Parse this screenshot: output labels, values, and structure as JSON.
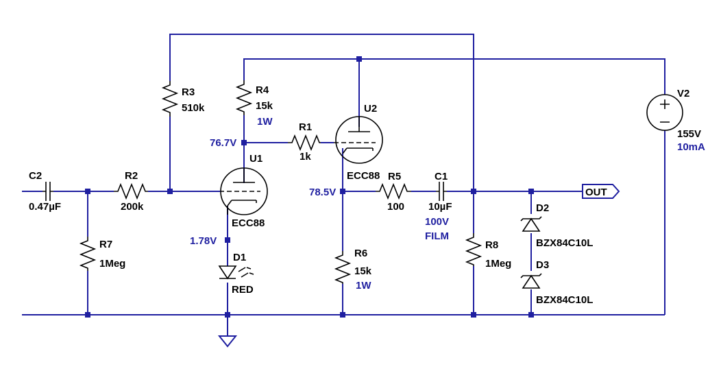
{
  "components": {
    "C2": {
      "name": "C2",
      "value": "0.47µF"
    },
    "R2": {
      "name": "R2",
      "value": "200k"
    },
    "R3": {
      "name": "R3",
      "value": "510k"
    },
    "R4": {
      "name": "R4",
      "value": "15k",
      "rating": "1W"
    },
    "R7": {
      "name": "R7",
      "value": "1Meg"
    },
    "R1": {
      "name": "R1",
      "value": "1k"
    },
    "U1": {
      "name": "U1",
      "value": "ECC88"
    },
    "U2": {
      "name": "U2",
      "value": "ECC88"
    },
    "D1": {
      "name": "D1",
      "value": "RED"
    },
    "R5": {
      "name": "R5",
      "value": "100"
    },
    "C1": {
      "name": "C1",
      "value": "10µF",
      "type": "100V",
      "dielectric": "FILM"
    },
    "R6": {
      "name": "R6",
      "value": "15k",
      "rating": "1W"
    },
    "R8": {
      "name": "R8",
      "value": "1Meg"
    },
    "D2": {
      "name": "D2",
      "value": "BZX84C10L"
    },
    "D3": {
      "name": "D3",
      "value": "BZX84C10L"
    },
    "V2": {
      "name": "V2",
      "value": "155V",
      "current": "10mA"
    }
  },
  "node_voltages": {
    "u1_anode": "76.7V",
    "u2_cathode": "78.5V",
    "u1_cathode": "1.78V"
  },
  "port": {
    "out": "OUT"
  },
  "colors": {
    "wire": "#1f1fa0",
    "component": "#000000",
    "annotation": "#1f1fa0"
  }
}
